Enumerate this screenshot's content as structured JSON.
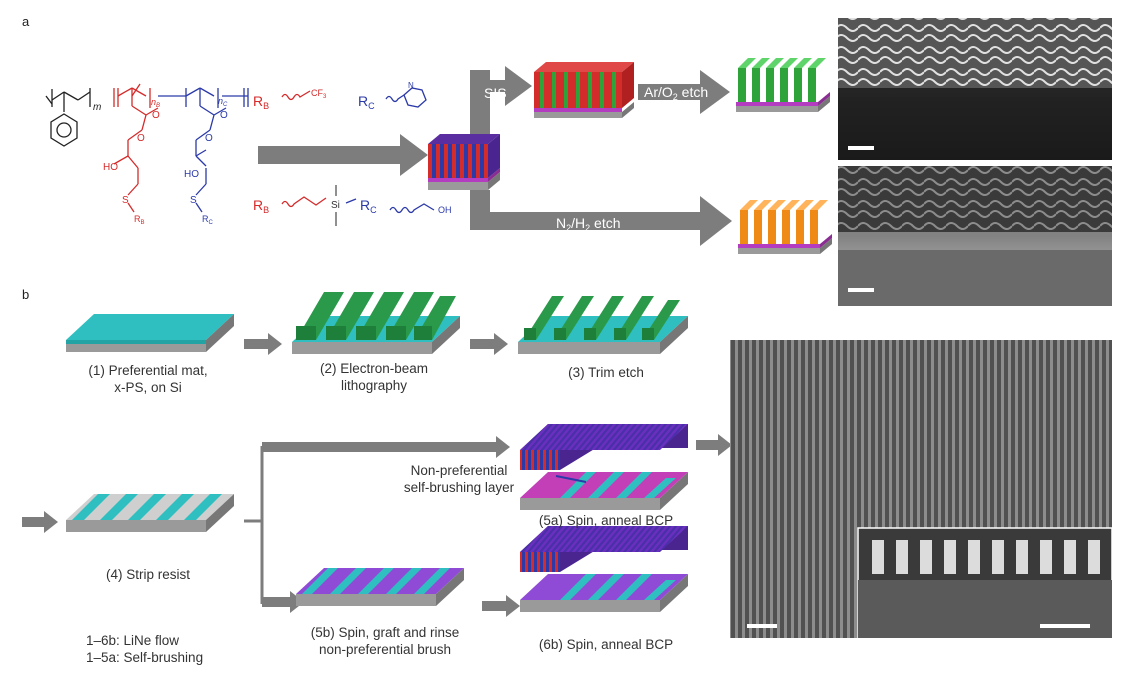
{
  "panel_a": {
    "letter": "a",
    "chem": {
      "rb_label": "R",
      "rb_sub": "B",
      "rc_label": "R",
      "rc_sub": "C",
      "cf3": "CF",
      "cf3_sub": "3",
      "si": "Si",
      "oh": "OH",
      "ho": "HO",
      "o": "O",
      "s": "S",
      "m": "m",
      "nb": "n",
      "nb_sub": "B",
      "nc": "n",
      "nc_sub": "C"
    },
    "arrows": {
      "sis": "SIS",
      "ar_o2": "Ar/O",
      "ar_o2_sub": "2",
      "ar_o2_tail": " etch",
      "n2h2": "N",
      "n2h2_sub1": "2",
      "n2h2_mid": "/H",
      "n2h2_sub2": "2",
      "n2h2_tail": " etch"
    },
    "colors": {
      "red": "#d42b2b",
      "blue": "#2b3aa8",
      "green": "#2ea33a",
      "orange": "#f08a16",
      "magenta": "#c23fb8",
      "substrate": "#9a9a9a",
      "arrow": "#7d7d7d"
    }
  },
  "panel_b": {
    "letter": "b",
    "steps": {
      "s1": [
        "(1) Preferential mat,",
        "x-PS, on Si"
      ],
      "s2": [
        "(2) Electron-beam",
        "lithography"
      ],
      "s3": [
        "(3) Trim etch"
      ],
      "s4": [
        "(4) Strip resist"
      ],
      "s5a": [
        "(5a) Spin, anneal BCP"
      ],
      "s5b": [
        "(5b) Spin, graft and rinse",
        "non-preferential brush"
      ],
      "s6b": [
        "(6b) Spin, anneal BCP"
      ]
    },
    "layer_label": [
      "Non-preferential",
      "self-brushing layer"
    ],
    "legend": [
      "1–6b: LiNe flow",
      "1–5a: Self-brushing"
    ],
    "colors": {
      "teal": "#2fbfc0",
      "dark_green": "#1e7f3a",
      "purple": "#7a3fc8",
      "violet": "#6b2fbf"
    }
  }
}
